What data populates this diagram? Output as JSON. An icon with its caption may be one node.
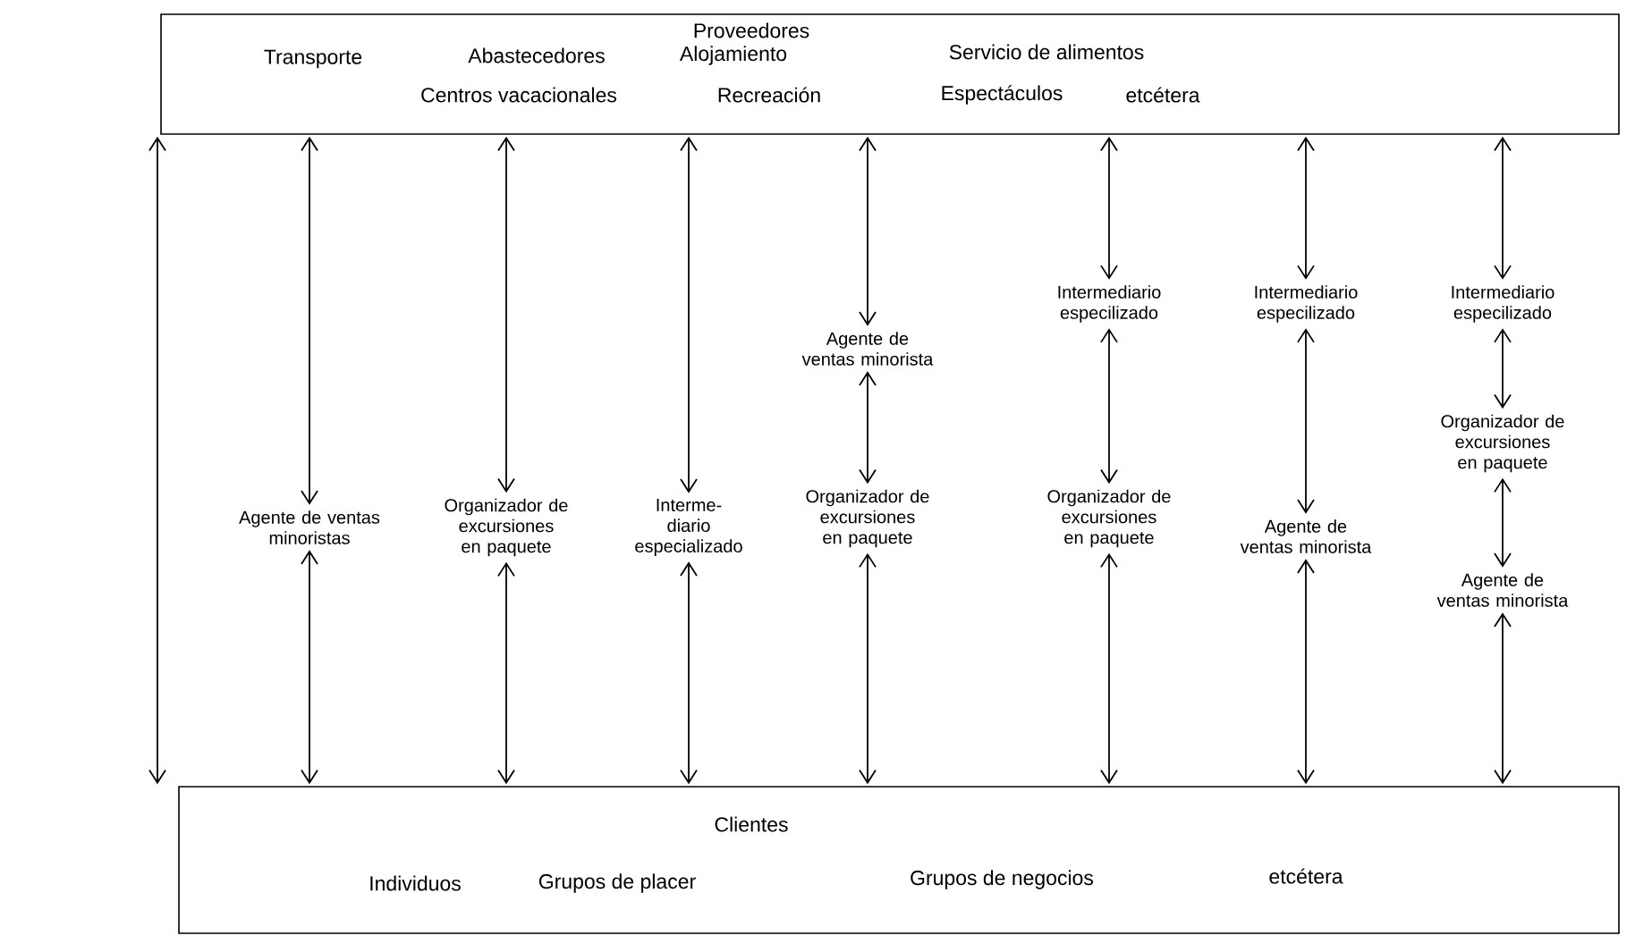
{
  "diagram": {
    "nodes": [
      {
        "text": [
          "Proveedores",
          "Transporte",
          "Abastecedores",
          "Alojamiento",
          "Servicio de alimentos",
          "Centros vacacionales",
          "Recreación",
          "Espectáculos",
          "etcétera"
        ]
      },
      {
        "text": [
          "Clientes",
          "Individuos",
          "Grupos de placer",
          "Grupos de negocios",
          "etcétera"
        ]
      },
      {
        "text": [
          "Agente de ventas minoristas"
        ]
      },
      {
        "text": [
          "Organizador de excursiones en paquete"
        ]
      },
      {
        "text": [
          "Interme- diario especializado"
        ]
      },
      {
        "text": [
          "Agente de ventas minorista"
        ]
      },
      {
        "text": [
          "Organizador de excursiones en paquete"
        ]
      },
      {
        "text": [
          "Intermediario especilizado"
        ]
      },
      {
        "text": [
          "Organizador de excursiones en paquete"
        ]
      },
      {
        "text": [
          "Intermediario especilizado"
        ]
      },
      {
        "text": [
          "Agente de ventas minorista"
        ]
      },
      {
        "text": [
          "Intermediario especilizado"
        ]
      },
      {
        "text": [
          "Organizador de excursiones en paquete"
        ]
      },
      {
        "text": [
          "Agente de ventas minorista"
        ]
      }
    ],
    "edges": [
      {
        "from": 0,
        "to": 1,
        "arrow": "both"
      },
      {
        "from": 0,
        "to": 2,
        "arrow": "both"
      },
      {
        "from": 2,
        "to": 1,
        "arrow": "both"
      },
      {
        "from": 0,
        "to": 3,
        "arrow": "both"
      },
      {
        "from": 3,
        "to": 1,
        "arrow": "both"
      },
      {
        "from": 0,
        "to": 4,
        "arrow": "both"
      },
      {
        "from": 4,
        "to": 1,
        "arrow": "both"
      },
      {
        "from": 0,
        "to": 5,
        "arrow": "both"
      },
      {
        "from": 5,
        "to": 6,
        "arrow": "both"
      },
      {
        "from": 6,
        "to": 1,
        "arrow": "both"
      },
      {
        "from": 0,
        "to": 7,
        "arrow": "both"
      },
      {
        "from": 7,
        "to": 8,
        "arrow": "both"
      },
      {
        "from": 8,
        "to": 1,
        "arrow": "both"
      },
      {
        "from": 0,
        "to": 9,
        "arrow": "both"
      },
      {
        "from": 9,
        "to": 10,
        "arrow": "both"
      },
      {
        "from": 10,
        "to": 1,
        "arrow": "both"
      },
      {
        "from": 0,
        "to": 11,
        "arrow": "both"
      },
      {
        "from": 11,
        "to": 12,
        "arrow": "both"
      },
      {
        "from": 12,
        "to": 13,
        "arrow": "both"
      },
      {
        "from": 13,
        "to": 1,
        "arrow": "both"
      }
    ]
  }
}
